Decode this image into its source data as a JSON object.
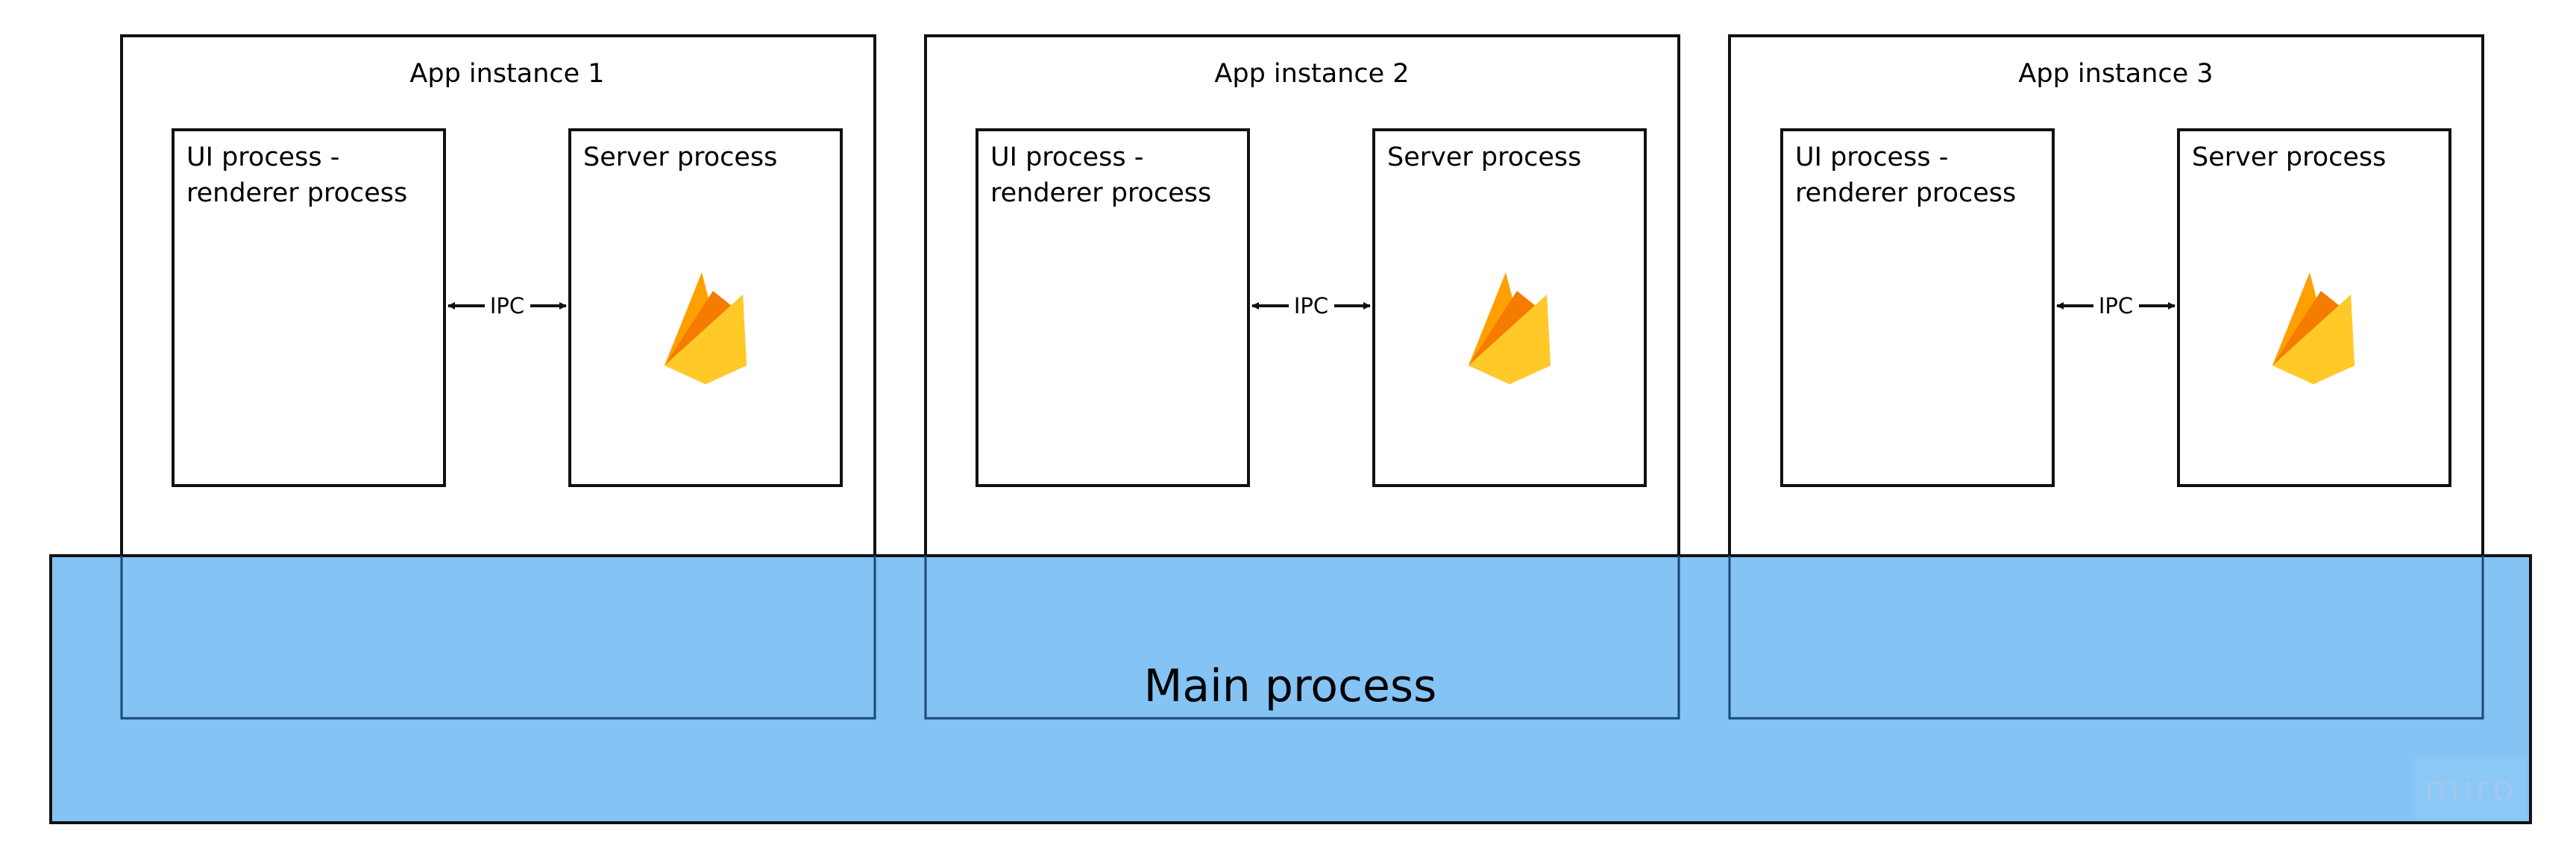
{
  "diagram": {
    "main_process": {
      "label": "Main process",
      "color": "#80c1f4"
    },
    "instances": [
      {
        "title": "App instance 1",
        "ui_line1": "UI process -",
        "ui_line2": "renderer process",
        "server_label": "Server process",
        "ipc_label": "IPC"
      },
      {
        "title": "App instance 2",
        "ui_line1": "UI process -",
        "ui_line2": "renderer process",
        "server_label": "Server process",
        "ipc_label": "IPC"
      },
      {
        "title": "App instance 3",
        "ui_line1": "UI process -",
        "ui_line2": "renderer process",
        "server_label": "Server process",
        "ipc_label": "IPC"
      }
    ],
    "icons": {
      "server": "firebase-flame-icon",
      "ipc": "double-arrow-icon"
    },
    "colors": {
      "flame_dark": "#f57c00",
      "flame_mid": "#ffa000",
      "flame_light": "#ffca28"
    }
  },
  "watermark": "miro"
}
